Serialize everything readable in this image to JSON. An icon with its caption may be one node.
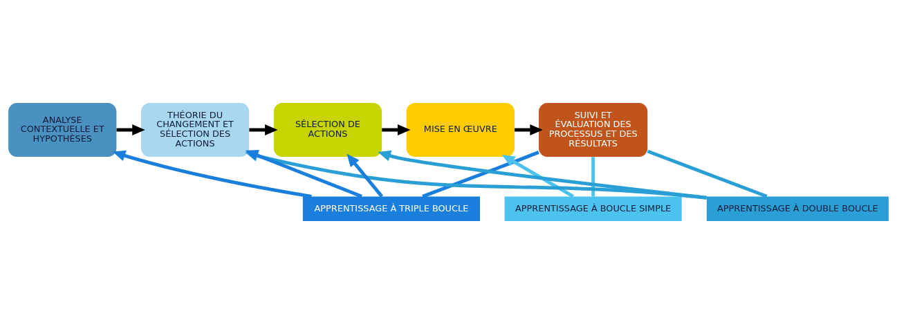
{
  "diagram": {
    "nodes": [
      {
        "text": [
          "ANALYSE CONTEXTUELLE ET HYPOTHÈSES"
        ]
      },
      {
        "text": [
          "THÉORIE DU CHANGEMENT ET SÉLECTION DES ACTIONS"
        ]
      },
      {
        "text": [
          "SÉLECTION DE ACTIONS"
        ]
      },
      {
        "text": [
          "MISE EN ŒUVRE"
        ]
      },
      {
        "text": [
          "SUIVI ET ÉVALUATION DES PROCESSUS ET DES RÉSULTATS"
        ]
      },
      {
        "text": [
          "APPRENTISSAGE À BOUCLE SIMPLE"
        ]
      },
      {
        "text": [
          "APPRENTISSAGE À DOUBLE BOUCLE"
        ]
      },
      {
        "text": [
          "APPRENTISSAGE À TRIPLE BOUCLE"
        ]
      }
    ],
    "edges": [
      {
        "from": 0,
        "to": 1,
        "arrow": "to"
      },
      {
        "from": 1,
        "to": 2,
        "arrow": "to"
      },
      {
        "from": 2,
        "to": 3,
        "arrow": "to"
      },
      {
        "from": 3,
        "to": 4,
        "arrow": "to"
      },
      {
        "from": 4,
        "to": 5,
        "arrow": "none",
        "color": "#4cc3ee"
      },
      {
        "from": 5,
        "to": 3,
        "arrow": "to",
        "color": "#4cc3ee"
      },
      {
        "from": 4,
        "to": 6,
        "arrow": "none",
        "color": "#2a9fd6"
      },
      {
        "from": 6,
        "to": 1,
        "arrow": "to",
        "color": "#2a9fd6"
      },
      {
        "from": 6,
        "to": 2,
        "arrow": "to",
        "color": "#2a9fd6"
      },
      {
        "from": 4,
        "to": 7,
        "arrow": "none",
        "color": "#1a7fdc"
      },
      {
        "from": 7,
        "to": 0,
        "arrow": "to",
        "color": "#1a7fdc"
      },
      {
        "from": 7,
        "to": 1,
        "arrow": "to",
        "color": "#1a7fdc"
      },
      {
        "from": 7,
        "to": 2,
        "arrow": "to",
        "color": "#1a7fdc"
      }
    ]
  }
}
